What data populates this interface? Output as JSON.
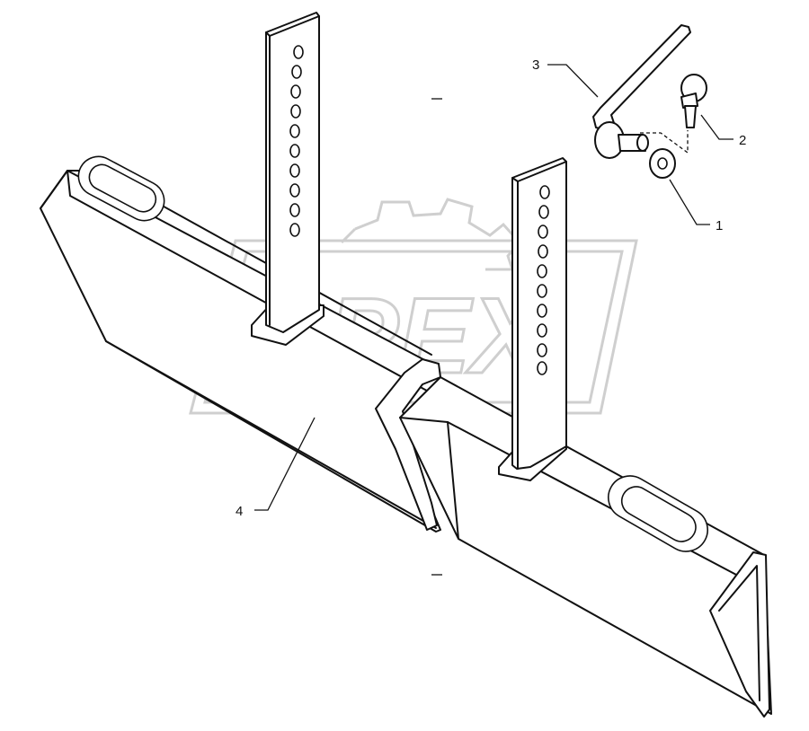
{
  "watermark": {
    "text": "OPEX"
  },
  "callouts": [
    {
      "id": "1",
      "label": "1"
    },
    {
      "id": "2",
      "label": "2"
    },
    {
      "id": "3",
      "label": "3"
    },
    {
      "id": "4",
      "label": "4"
    }
  ],
  "colors": {
    "line": "#111111",
    "watermark": "#cfcfcf",
    "background": "#ffffff"
  }
}
